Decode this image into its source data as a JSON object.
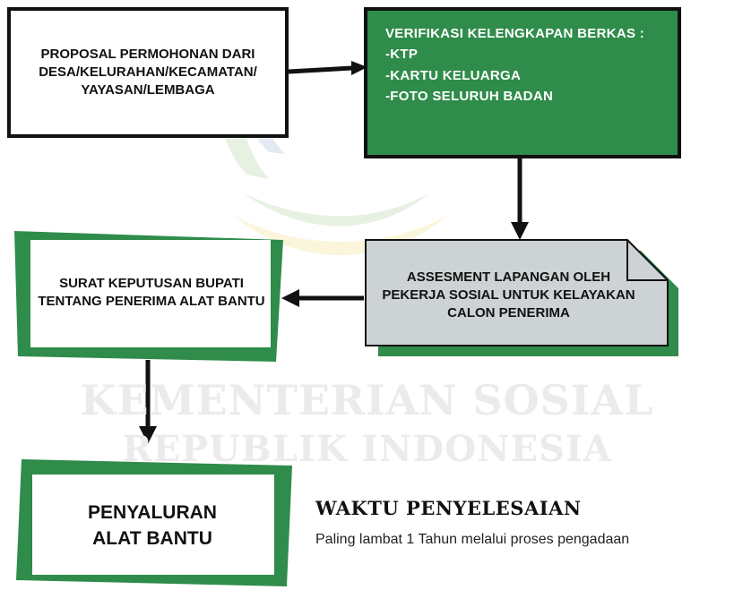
{
  "watermark": {
    "line1": "KEMENTERIAN SOSIAL",
    "line2": "REPUBLIK INDONESIA"
  },
  "colors": {
    "green": "#2f8c4a",
    "green_light": "#3c9e52",
    "gray_box": "#cdd3d4",
    "black": "#111111",
    "logo_green": "#e7f1e2",
    "logo_yellow": "#fbf5db",
    "logo_blue": "#e3eaf4"
  },
  "nodes": {
    "proposal": "PROPOSAL PERMOHONAN DARI DESA/KELURAHAN/KECAMATAN/ YAYASAN/LEMBAGA",
    "verification": {
      "heading": "VERIFIKASI KELENGKAPAN BERKAS :",
      "items": [
        "-KTP",
        "-KARTU KELUARGA",
        "-FOTO SELURUH BADAN"
      ]
    },
    "assessment": "ASSESMENT LAPANGAN OLEH PEKERJA SOSIAL UNTUK KELAYAKAN CALON PENERIMA",
    "decree": "SURAT KEPUTUSAN BUPATI TENTANG PENERIMA ALAT BANTU",
    "distribution": "PENYALURAN ALAT BANTU"
  },
  "completion": {
    "title": "WAKTU PENYELESAIAN",
    "detail": "Paling lambat 1 Tahun melalui proses pengadaan"
  }
}
